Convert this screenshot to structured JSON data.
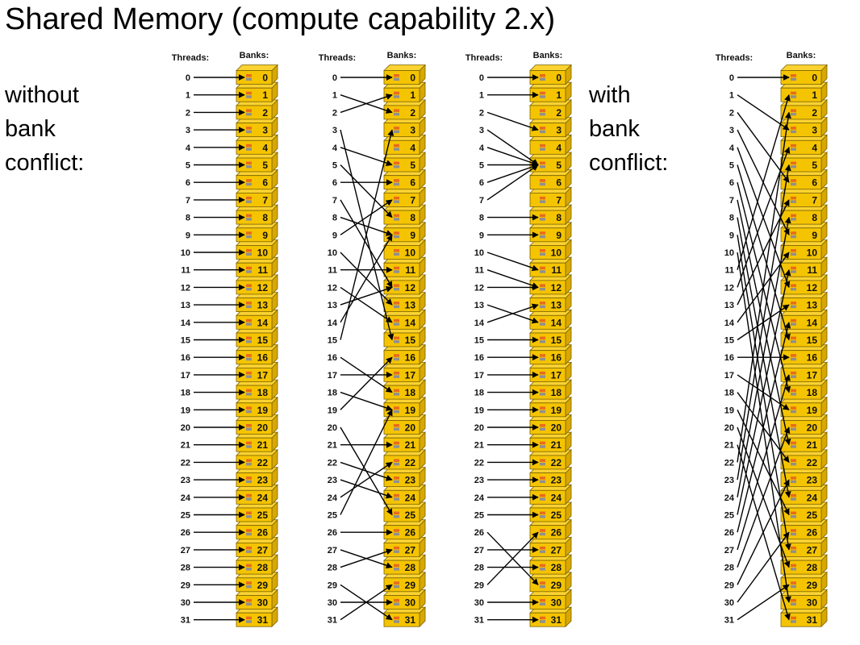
{
  "title": "Shared Memory (compute capability 2.x)",
  "labels": {
    "without": "without\nbank\nconflict:",
    "with": "with\nbank\nconflict:"
  },
  "headers": {
    "threads": "Threads:",
    "banks": "Banks:"
  },
  "colors": {
    "bank_face": "#f5c400",
    "bank_top": "#fad232",
    "bank_side": "#d8a800",
    "bank_edge": "#7a6300",
    "marker_orange": "#e86b1c",
    "marker_gray": "#8f8f8f",
    "arrow": "#000000"
  },
  "panels": [
    {
      "name": "linear-addressing",
      "mapping": [
        0,
        1,
        2,
        3,
        4,
        5,
        6,
        7,
        8,
        9,
        10,
        11,
        12,
        13,
        14,
        15,
        16,
        17,
        18,
        19,
        20,
        21,
        22,
        23,
        24,
        25,
        26,
        27,
        28,
        29,
        30,
        31
      ]
    },
    {
      "name": "random-permutation",
      "mapping": [
        0,
        2,
        1,
        15,
        5,
        8,
        6,
        12,
        9,
        7,
        13,
        11,
        14,
        12,
        9,
        3,
        18,
        17,
        19,
        16,
        25,
        21,
        23,
        24,
        22,
        19,
        26,
        28,
        27,
        31,
        30,
        29
      ]
    },
    {
      "name": "broadcast-conflict",
      "mapping": [
        0,
        1,
        3,
        5,
        5,
        5,
        5,
        5,
        8,
        9,
        11,
        12,
        12,
        14,
        13,
        15,
        16,
        17,
        18,
        19,
        20,
        21,
        22,
        23,
        24,
        25,
        29,
        27,
        28,
        26,
        30,
        31
      ]
    },
    {
      "name": "stride-3",
      "mapping": [
        0,
        3,
        6,
        9,
        12,
        15,
        18,
        21,
        24,
        27,
        30,
        1,
        4,
        7,
        10,
        13,
        16,
        19,
        22,
        25,
        28,
        31,
        2,
        5,
        8,
        11,
        14,
        17,
        20,
        23,
        26,
        29
      ]
    }
  ]
}
